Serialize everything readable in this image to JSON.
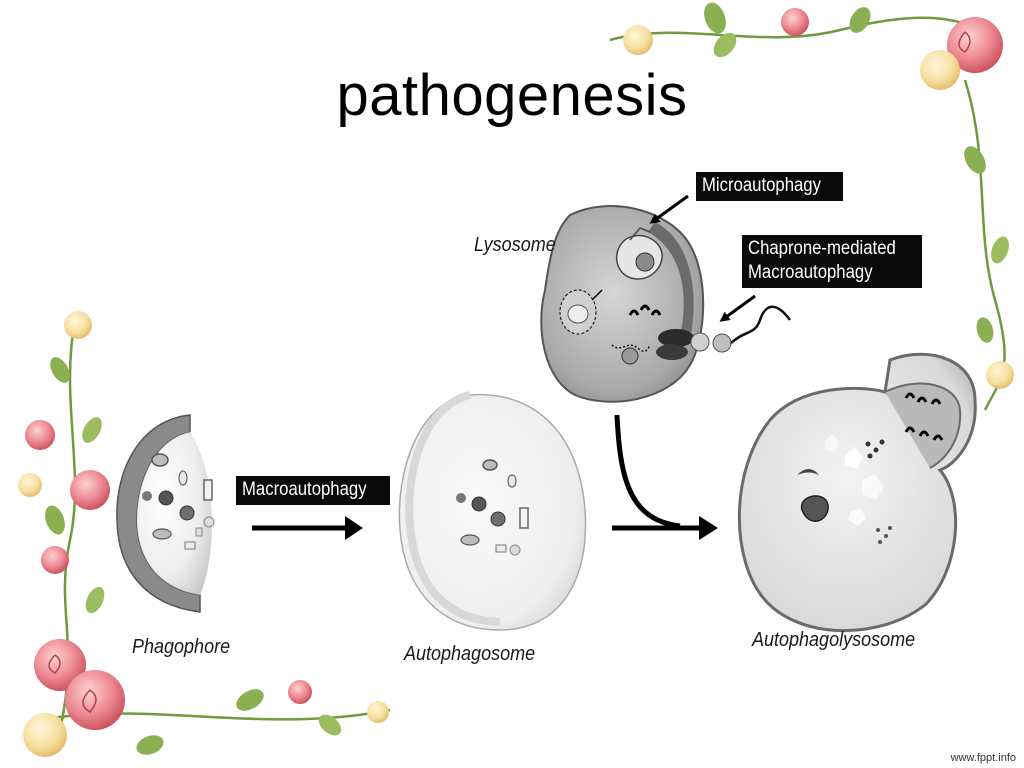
{
  "slide": {
    "title": "pathogenesis",
    "footer": "www.fppt.info"
  },
  "diagram": {
    "labels": {
      "microautophagy": "Microautophagy",
      "chaperone_line1": "Chaprone-mediated",
      "chaperone_line2": "Macroautophagy",
      "macroautophagy": "Macroautophagy"
    },
    "captions": {
      "lysosome": "Lysosome",
      "phagophore": "Phagophore",
      "autophagosome": "Autophagosome",
      "autophagolysosome": "Autophagolysosome"
    }
  },
  "theme": {
    "rose_pink": "#e8707a",
    "rose_yellow": "#f6d58a",
    "leaf_green": "#7da04a",
    "organelle_gray": "#b5b5b5"
  }
}
